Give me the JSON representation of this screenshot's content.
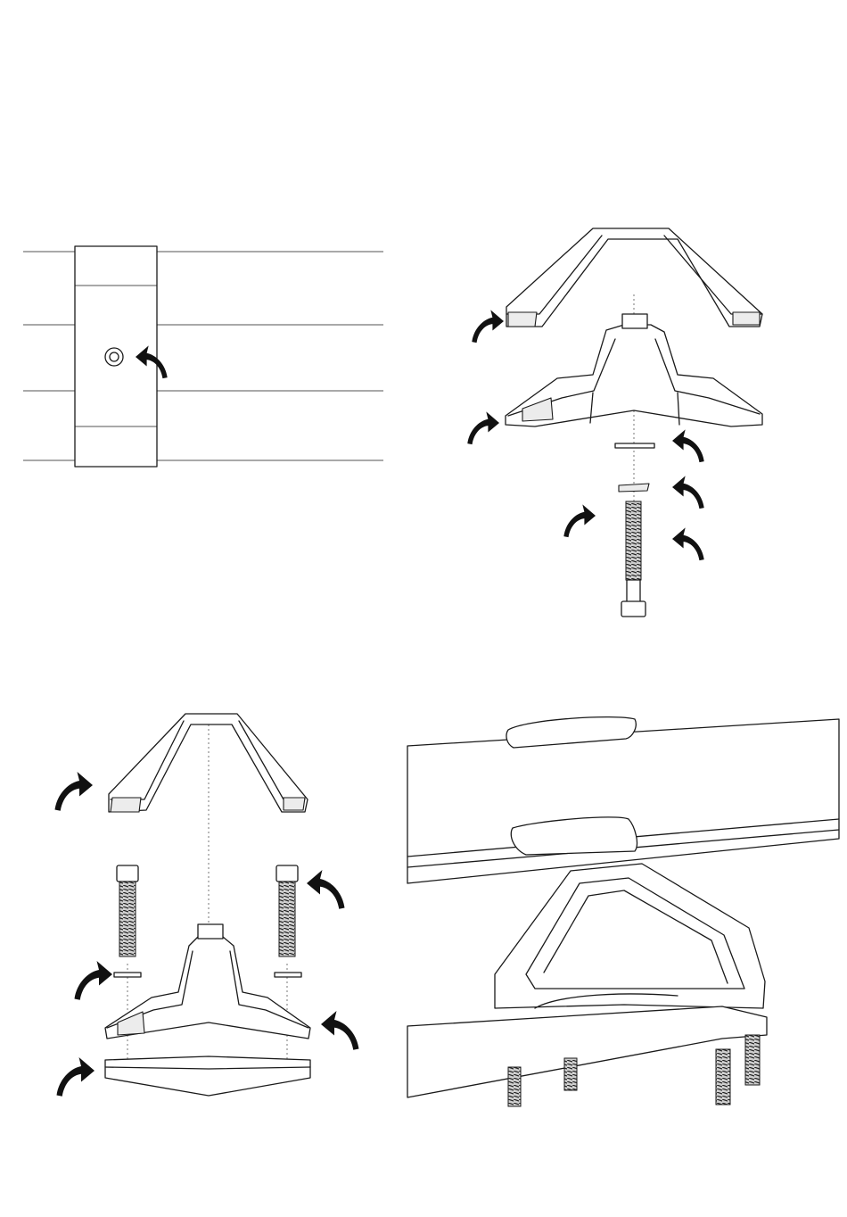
{
  "figure": {
    "panels": [
      {
        "id": "rail-clamp-view",
        "arrows": 1
      },
      {
        "id": "foot-exploded-view",
        "arrows": 6
      },
      {
        "id": "foot-bolt-exploded-view",
        "arrows": 5
      },
      {
        "id": "mounted-foot-view",
        "arrows": 0
      }
    ],
    "arrow_icon": "curved-arrow-icon",
    "line_color": "#1a1a1a",
    "background": "#ffffff"
  }
}
